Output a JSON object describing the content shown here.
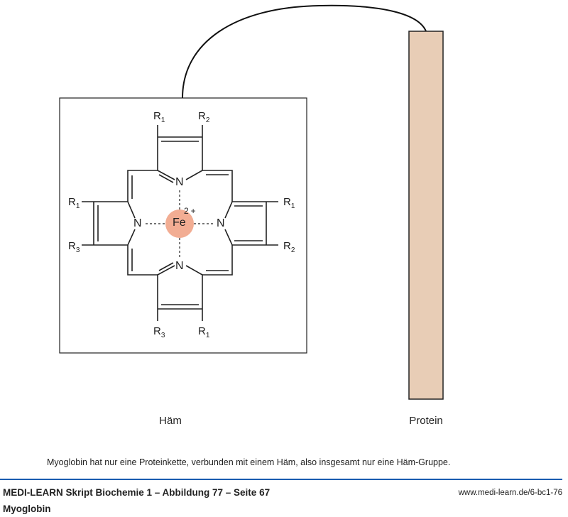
{
  "diagram": {
    "heme_label": "Häm",
    "protein_label": "Protein",
    "iron": {
      "symbol": "Fe",
      "charge": "2+"
    },
    "nitrogen": "N",
    "substituents": {
      "top_left": "R1",
      "top_right": "R2",
      "left_top": "R1",
      "left_bottom": "R3",
      "right_top": "R1",
      "right_bottom": "R2",
      "bottom_left": "R3",
      "bottom_right": "R1"
    },
    "colors": {
      "iron": "#f2ad93",
      "protein": "#e8cdb6",
      "rule": "#1a5cb0"
    }
  },
  "caption": "Myoglobin hat nur eine Proteinkette, verbunden mit einem Häm, also insgesamt nur eine Häm-Gruppe.",
  "footer": {
    "title": "MEDI-LEARN Skript Biochemie 1 – Abbildung 77 – Seite 67",
    "url": "www.medi-learn.de/6-bc1-76",
    "subtitle": "Myoglobin"
  }
}
